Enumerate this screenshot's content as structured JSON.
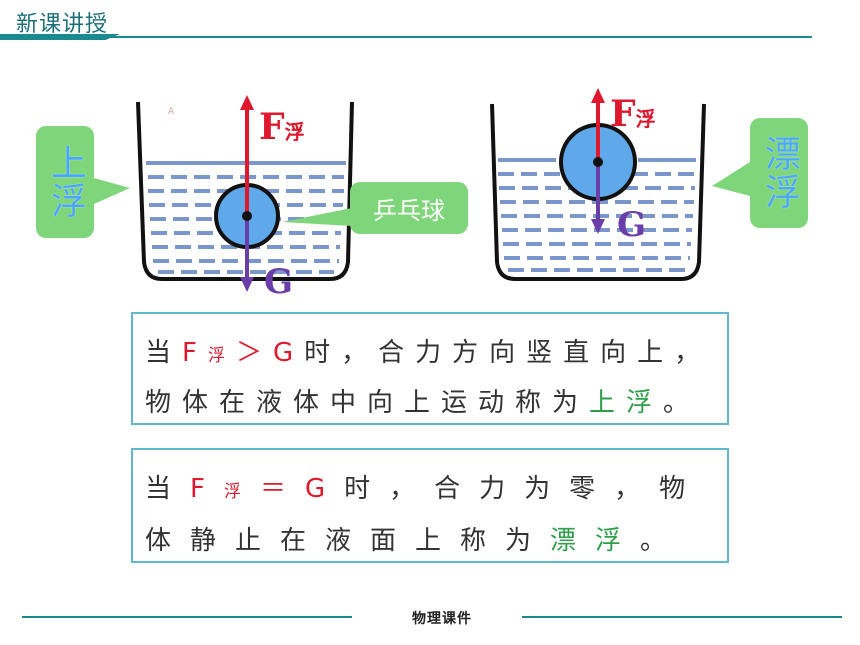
{
  "header": {
    "title": "新课讲授"
  },
  "diagram": {
    "left_bubble": "上浮",
    "right_bubble": "漂浮",
    "ball_bubble": "乒乓球",
    "f_main": "F",
    "f_sub": "浮",
    "g_label": "G",
    "tiny_mark": "A"
  },
  "box1": {
    "line1_pre": "当",
    "line1_f": "F",
    "line1_f_sub": "浮",
    "line1_op": "＞",
    "line1_g": "G",
    "line1_post": "时，合力方向竖直向上，",
    "line2_pre": "物体在液体中向上运动称为",
    "line2_term": "上浮",
    "line2_post": "。"
  },
  "box2": {
    "line1_pre": "当",
    "line1_f": "F",
    "line1_f_sub": "浮",
    "line1_op": "＝",
    "line1_g": "G",
    "line1_post": "时，合力为零，物",
    "line2_pre": "体静止在液面上称为",
    "line2_term": "漂浮",
    "line2_post": "。"
  },
  "footer": {
    "text": "物理课件"
  },
  "colors": {
    "teal": "#1b8a90",
    "green_bubble": "#7fd67a",
    "ball": "#5fa8ea",
    "water": "#7a96cc",
    "force_red": "#e0182d",
    "gravity_purple": "#6a3ea8"
  }
}
